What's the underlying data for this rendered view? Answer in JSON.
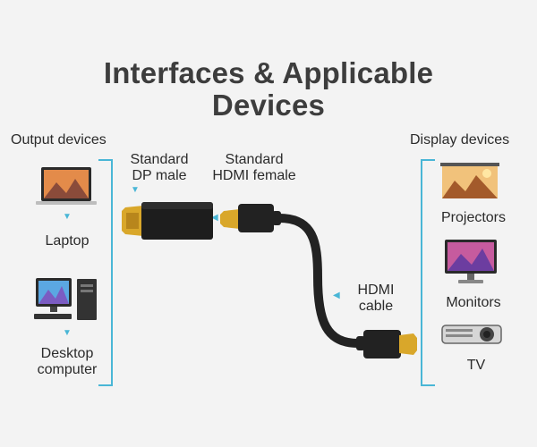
{
  "title_line1": "Interfaces & Applicable",
  "title_line2": "Devices",
  "output": {
    "heading": "Output devices",
    "laptop": "Laptop",
    "desktop_line1": "Desktop",
    "desktop_line2": "computer"
  },
  "connectors": {
    "dp_line1": "Standard",
    "dp_line2": "DP male",
    "hdmi_f_line1": "Standard",
    "hdmi_f_line2": "HDMI female",
    "cable_line1": "HDMI",
    "cable_line2": "cable"
  },
  "display": {
    "heading": "Display devices",
    "projectors": "Projectors",
    "monitors": "Monitors",
    "tv": "TV"
  },
  "colors": {
    "accent": "#49b6d6",
    "gold": "#d9a72a",
    "cable": "#222222"
  },
  "icons": [
    "laptop-icon",
    "desktop-icon",
    "projector-screen-icon",
    "monitor-icon",
    "projector-icon",
    "dp-connector-icon",
    "hdmi-connector-icon"
  ]
}
